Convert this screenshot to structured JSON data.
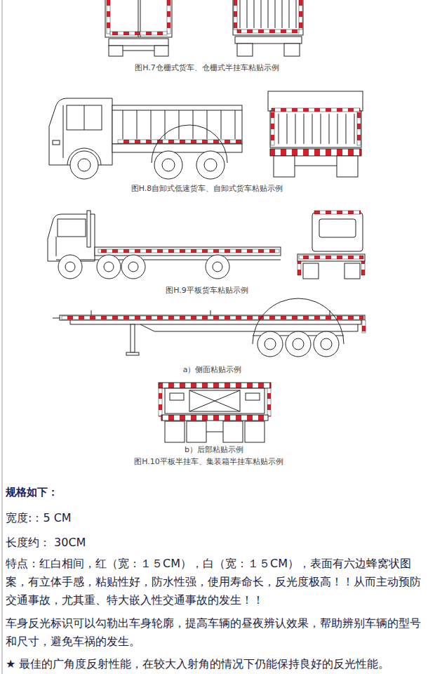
{
  "diagram": {
    "labels": [
      "图H.7仓栅式货车、仓栅式半挂车粘贴示例",
      "图H.8自卸式低速货车、自卸式货车粘贴示例",
      "图H.9平板货车粘贴示例",
      "a）侧面粘贴示例",
      "b）后部粘贴示例",
      "图H.10平板半挂车、集装箱半挂车粘贴示例",
      "规格如下：",
      "宽度:：5 CM",
      "长度约： 30CM",
      "特点：红白相间，红（宽：１５CM），白（宽：１５CM），表面有六边蜂窝状图案，有立体手感，粘贴性好，防水性强，使用寿命长，反光度极高！！从而主动预防交通事故，尤其重、特大嵌入性交通事故的发生！！",
      "车身反光标识可以勾勒出车身轮廓，提高车辆的昼夜辨认效果，帮助辨别车辆的型号和尺寸，避免车祸的发生。",
      "★ 最佳的广角度反射性能，在较大入射角的情况下仍能保持良好的反光性能。"
    ]
  }
}
